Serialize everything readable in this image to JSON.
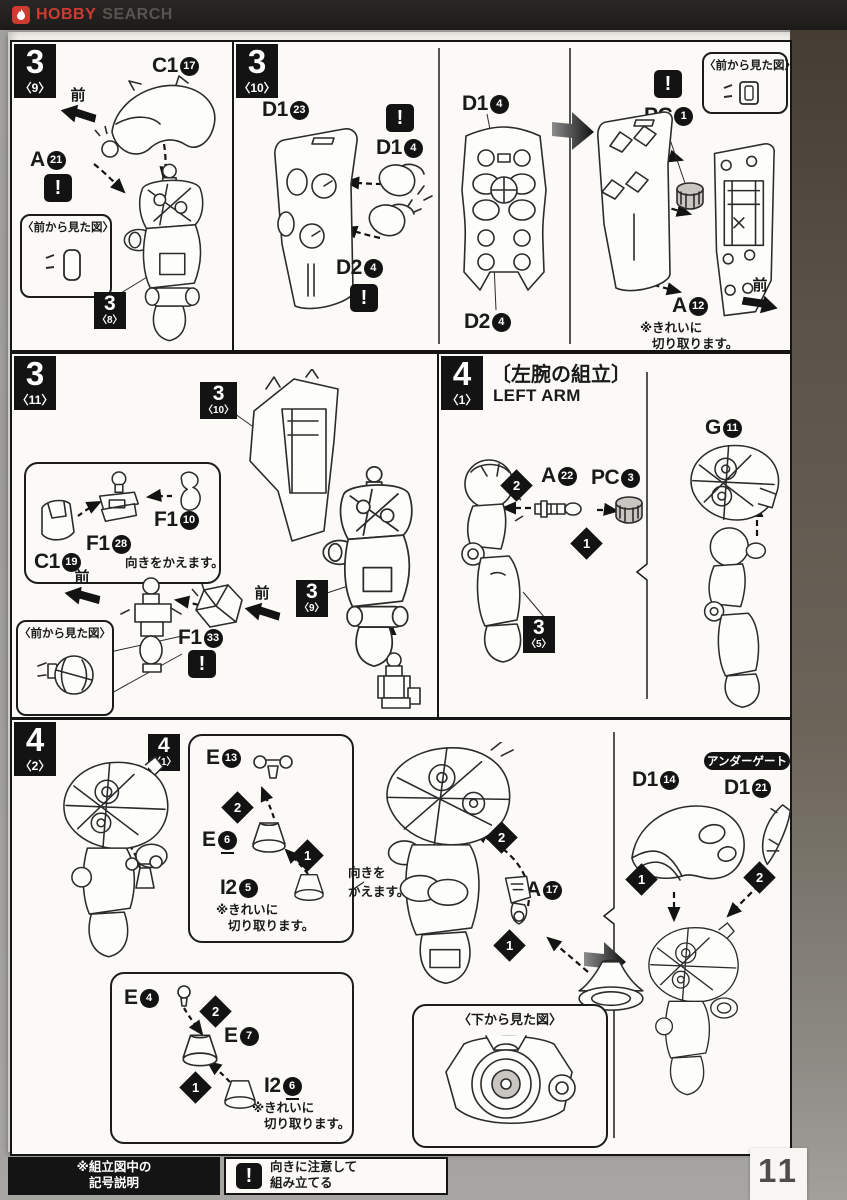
{
  "colors": {
    "brand_red": "#cf3a31",
    "header_bar": "#1d1b19",
    "ink": "#1a1a1a",
    "paper": "#f1efea"
  },
  "header": {
    "brand_primary": "HOBBY",
    "brand_secondary": "SEARCH"
  },
  "page_number": "11",
  "legend": {
    "title_line1": "※組立図中の",
    "title_line2": "記号説明",
    "warn_mark": "!",
    "warn_line1": "向きに注意して",
    "warn_line2": "組み立てる"
  },
  "t": {
    "front": "前",
    "front_view": "〈前から見た図〉",
    "bottom_view": "〈下から見た図〉",
    "cut_line1": "※きれいに",
    "cut_line2": "切り取ります。",
    "warn": "!",
    "rotate": "向きをかえます。",
    "rotate_a": "向きを",
    "rotate_b": "かえます。",
    "undergate": "アンダーゲート"
  },
  "seq": {
    "one": "1",
    "two": "2"
  },
  "steps": {
    "s39": {
      "num": "3",
      "sub": "〈9〉"
    },
    "s310": {
      "num": "3",
      "sub": "〈10〉"
    },
    "s311": {
      "num": "3",
      "sub": "〈11〉"
    },
    "s41": {
      "num": "4",
      "sub": "〈1〉",
      "title_jp": "〔左腕の組立〕",
      "title_en": "LEFT ARM"
    },
    "s42": {
      "num": "4",
      "sub": "〈2〉"
    }
  },
  "refs": {
    "r38": {
      "num": "3",
      "sub": "〈8〉"
    },
    "r310": {
      "num": "3",
      "sub": "〈10〉"
    },
    "r39": {
      "num": "3",
      "sub": "〈9〉"
    },
    "r35": {
      "num": "3",
      "sub": "〈5〉"
    },
    "r41": {
      "num": "4",
      "sub": "〈1〉"
    }
  },
  "parts": {
    "c1_17": {
      "code": "C1",
      "num": "17"
    },
    "a_21": {
      "code": "A",
      "num": "21"
    },
    "d1_23": {
      "code": "D1",
      "num": "23"
    },
    "d1_4": {
      "code": "D1",
      "num": "4"
    },
    "d2_4": {
      "code": "D2",
      "num": "4"
    },
    "pc_1": {
      "code": "PC",
      "num": "1"
    },
    "a_12": {
      "code": "A",
      "num": "12"
    },
    "f1_28": {
      "code": "F1",
      "num": "28"
    },
    "f1_10": {
      "code": "F1",
      "num": "10"
    },
    "c1_19": {
      "code": "C1",
      "num": "19"
    },
    "f1_33": {
      "code": "F1",
      "num": "33"
    },
    "a_22": {
      "code": "A",
      "num": "22"
    },
    "pc_3": {
      "code": "PC",
      "num": "3"
    },
    "g_11": {
      "code": "G",
      "num": "11"
    },
    "e_13": {
      "code": "E",
      "num": "13"
    },
    "e_6": {
      "code": "E",
      "num": "6"
    },
    "i2_5": {
      "code": "I2",
      "num": "5"
    },
    "a_17": {
      "code": "A",
      "num": "17"
    },
    "d1_14": {
      "code": "D1",
      "num": "14"
    },
    "d1_21": {
      "code": "D1",
      "num": "21"
    },
    "e_4": {
      "code": "E",
      "num": "4"
    },
    "e_7": {
      "code": "E",
      "num": "7"
    },
    "i2_6": {
      "code": "I2",
      "num": "6"
    }
  }
}
